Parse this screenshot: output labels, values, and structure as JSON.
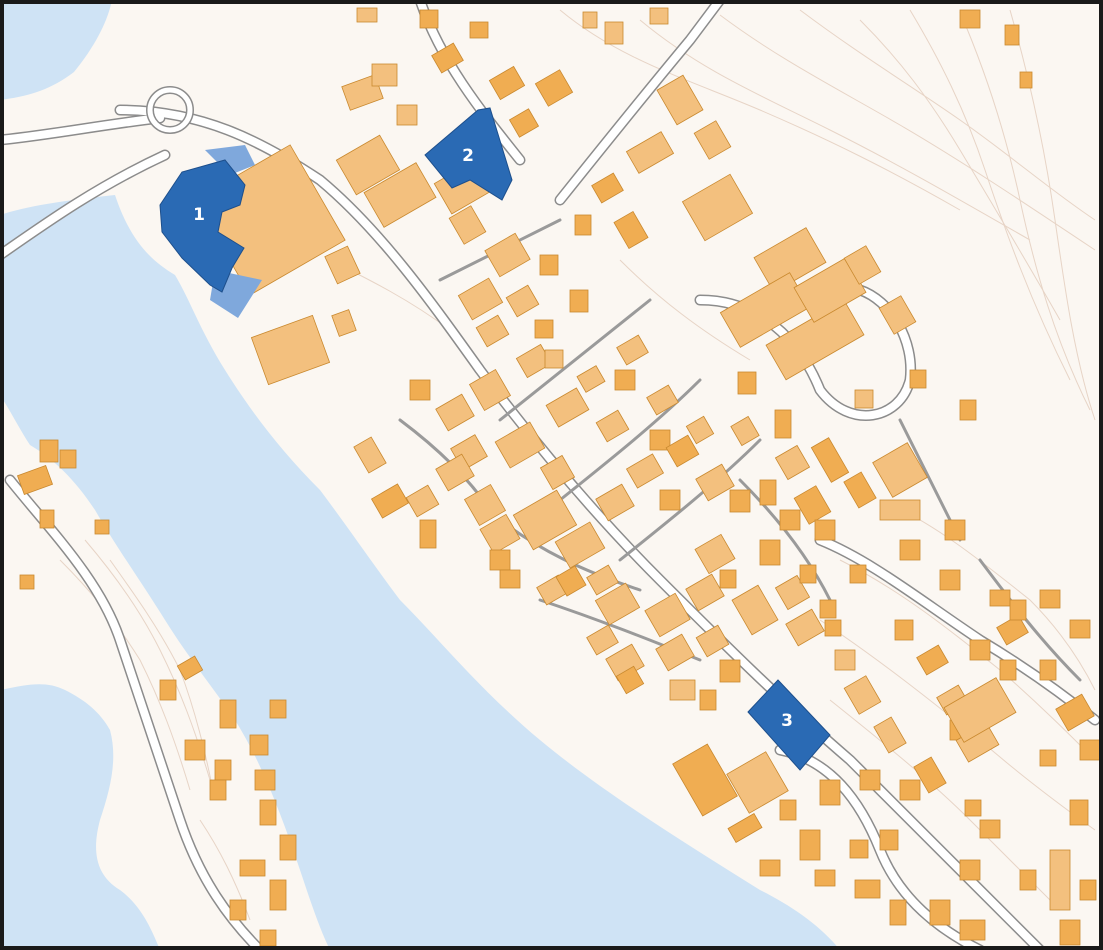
{
  "map": {
    "colors": {
      "water": "#cfe3f5",
      "land": "#fbf7f2",
      "contour": "#e7d4c6",
      "road_fill": "#ffffff",
      "road_casing": "#8c8c8c",
      "building": "#f0ad52",
      "building_light": "#f3c07e",
      "highlight": "#2a6ab4",
      "highlight_light": "#7fa8dc",
      "frame": "#1a1a1a"
    },
    "markers": [
      {
        "id": "1",
        "label": "1"
      },
      {
        "id": "2",
        "label": "2"
      },
      {
        "id": "3",
        "label": "3"
      }
    ]
  }
}
